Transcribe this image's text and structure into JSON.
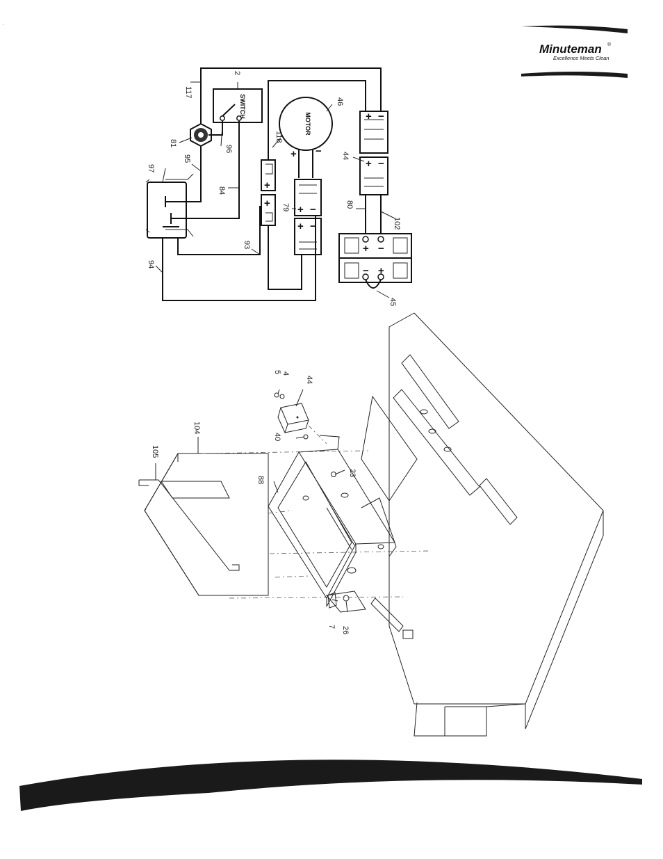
{
  "brand": {
    "name": "Minuteman",
    "registered_mark": "®",
    "tagline": "Excellence Meets Clean"
  },
  "schematic": {
    "component_tags": {
      "switch": "SWITCH",
      "motor": "MOTOR"
    },
    "polarity": {
      "plus": "+",
      "minus": "−"
    },
    "callouts": [
      "117",
      "2",
      "81",
      "96",
      "97",
      "95",
      "84",
      "118",
      "46",
      "44",
      "79",
      "80",
      "102",
      "93",
      "94",
      "45"
    ]
  },
  "assembly": {
    "callouts": [
      "105",
      "104",
      "88",
      "5",
      "4",
      "44",
      "40",
      "23",
      "7",
      "26"
    ]
  },
  "colors": {
    "ink": "#111111",
    "paper": "#ffffff",
    "swoosh": "#1a1a1a"
  }
}
